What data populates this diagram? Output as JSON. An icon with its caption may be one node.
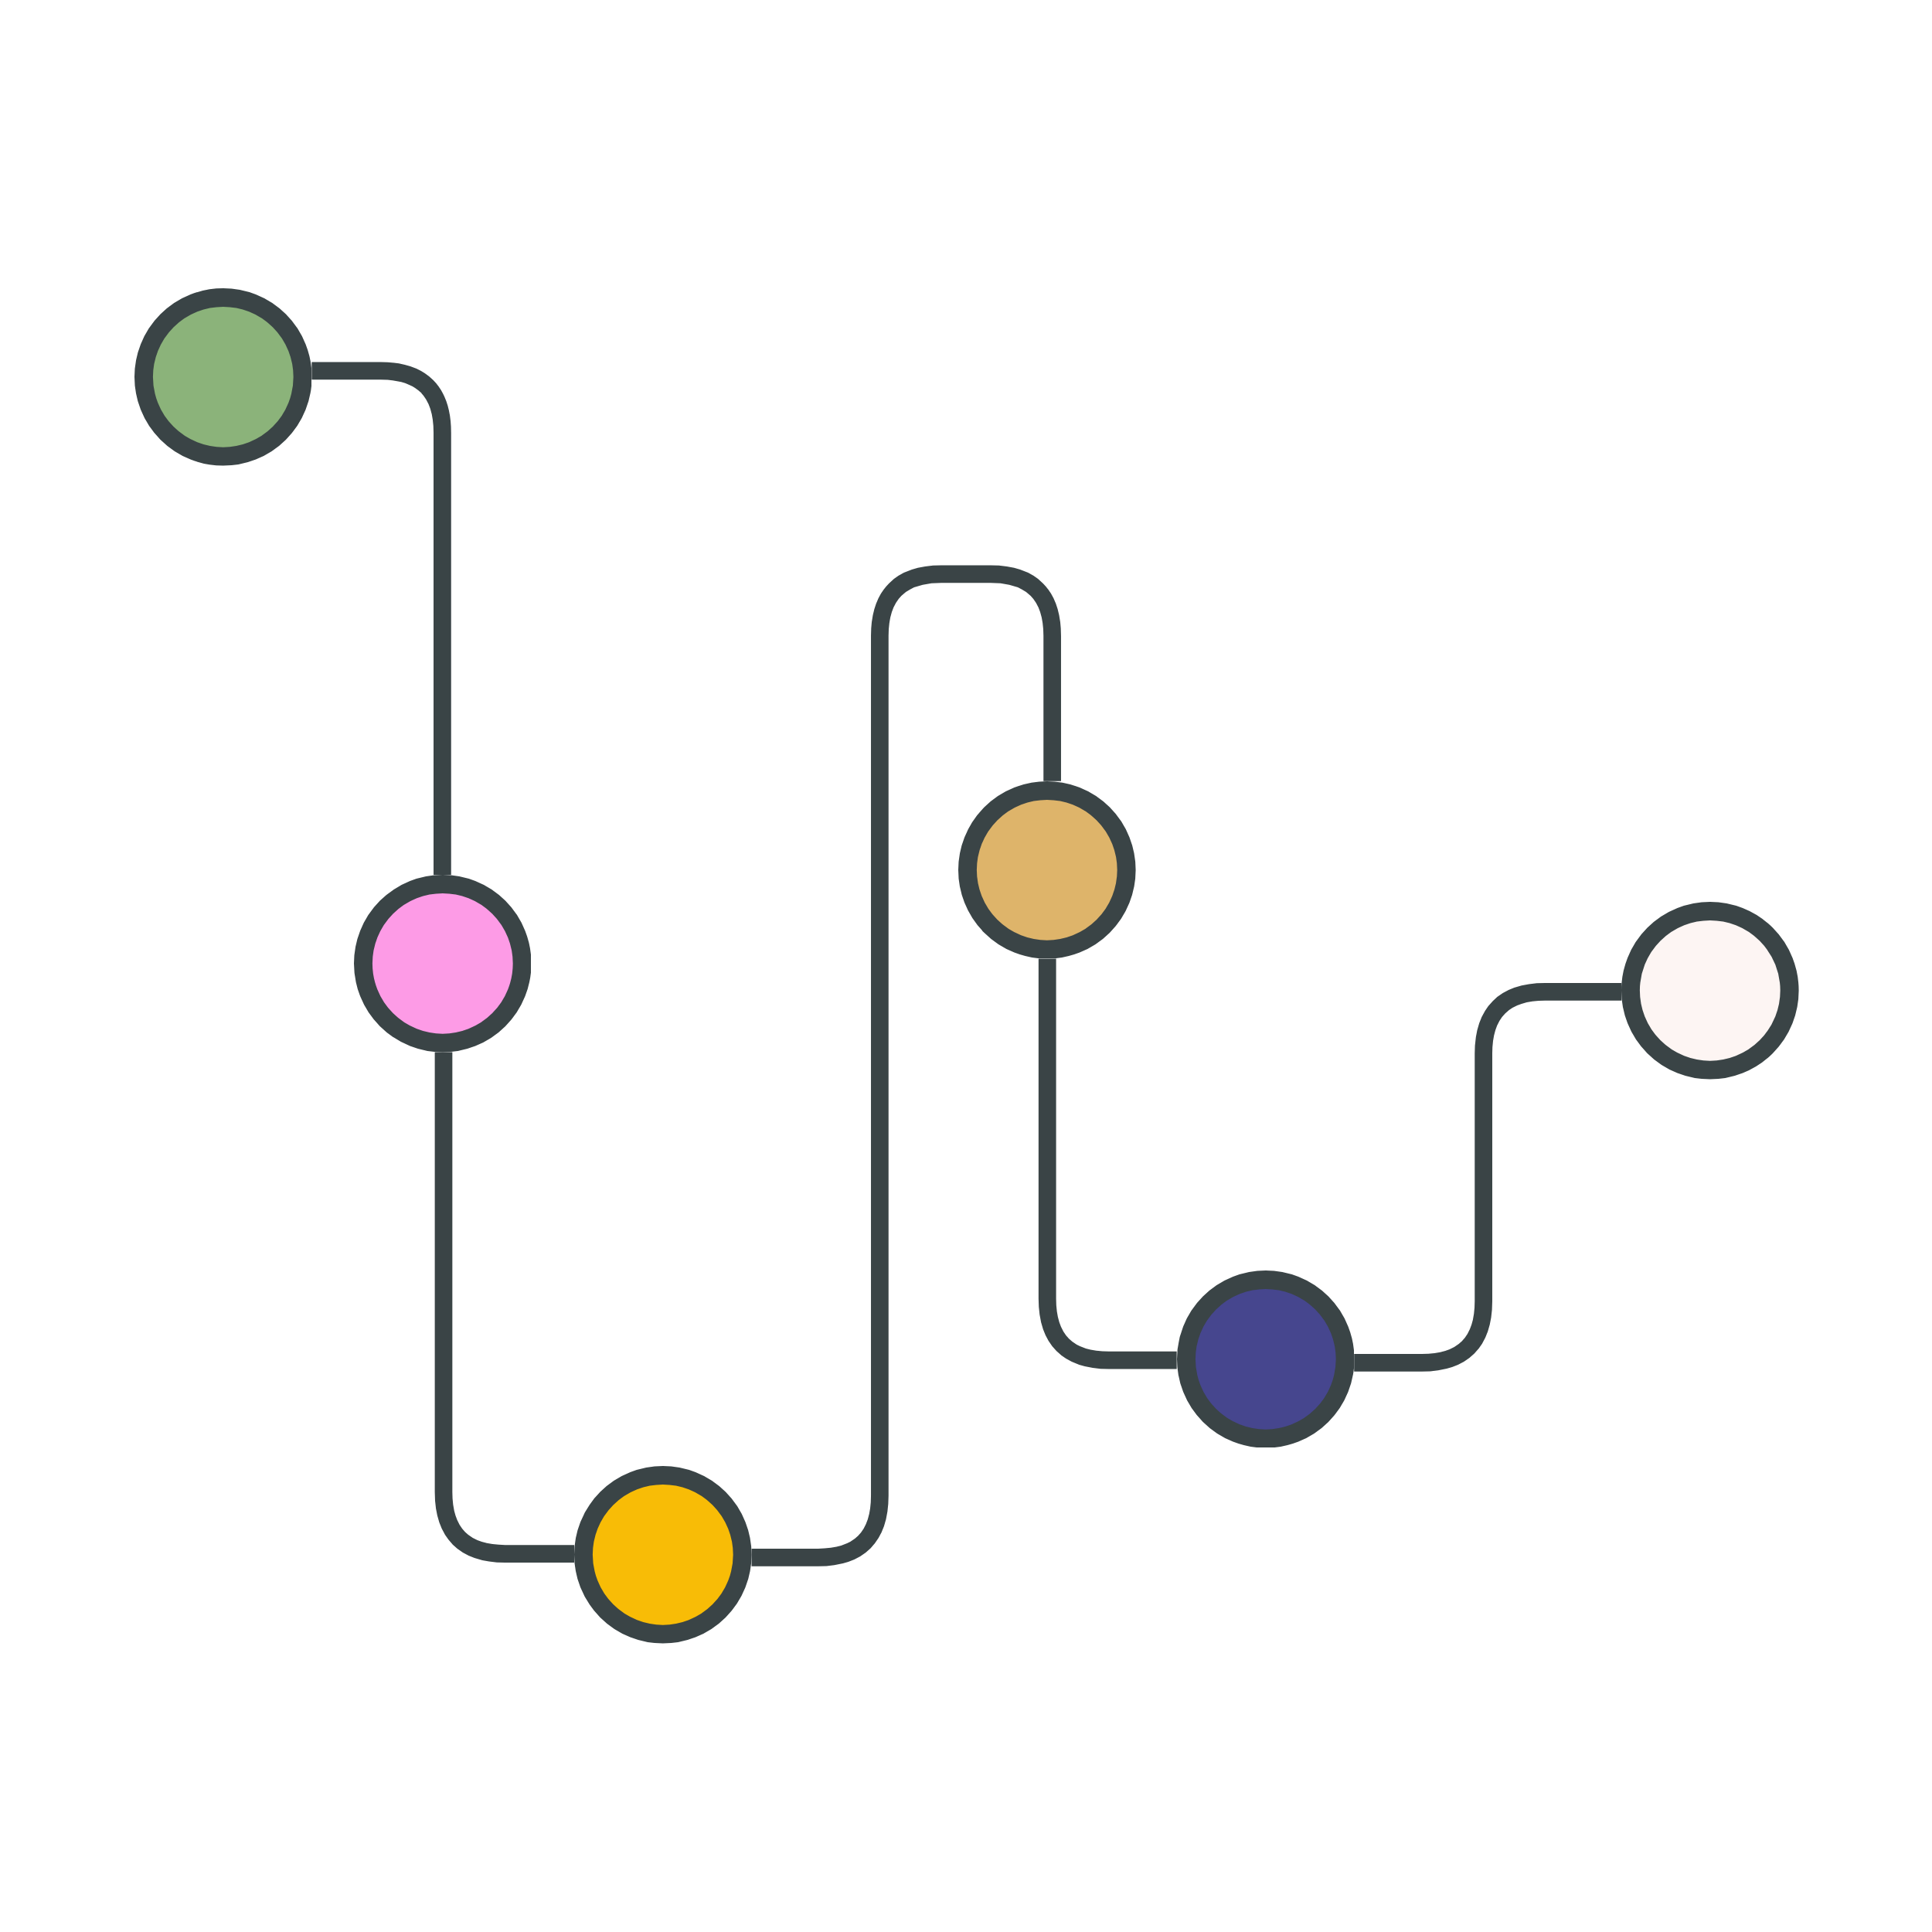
{
  "diagram": {
    "nodes": [
      {
        "text": [],
        "shape": "circle"
      },
      {
        "text": [],
        "shape": "circle"
      },
      {
        "text": [],
        "shape": "circle"
      },
      {
        "text": [],
        "shape": "circle"
      },
      {
        "text": [],
        "shape": "circle"
      },
      {
        "text": [],
        "shape": "circle"
      }
    ],
    "edges": [
      {
        "from": 0,
        "to": 1,
        "arrow": "none"
      },
      {
        "from": 1,
        "to": 2,
        "arrow": "none"
      },
      {
        "from": 2,
        "to": 3,
        "arrow": "none"
      },
      {
        "from": 3,
        "to": 4,
        "arrow": "none"
      },
      {
        "from": 4,
        "to": 5,
        "arrow": "none"
      }
    ]
  }
}
